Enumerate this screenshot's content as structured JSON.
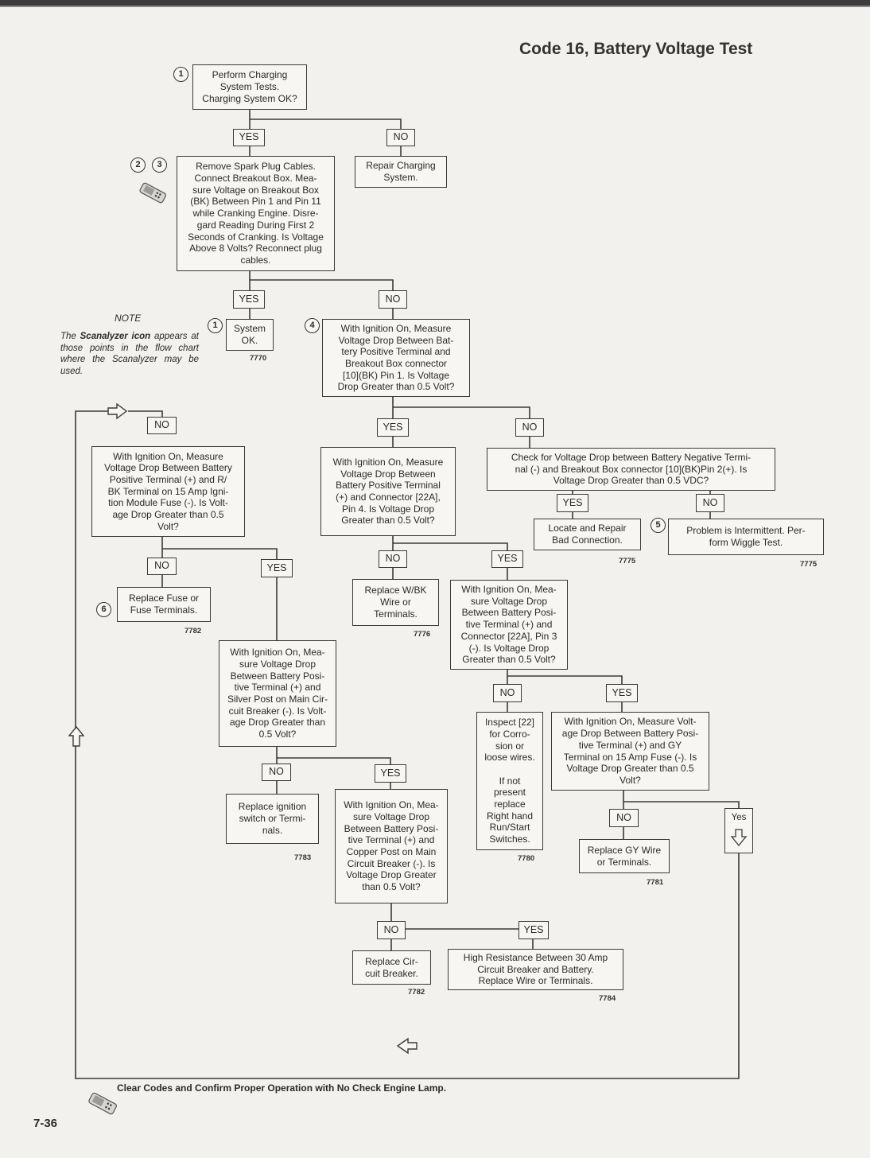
{
  "title": "Code 16, Battery Voltage Test",
  "note": {
    "heading": "NOTE",
    "text_prefix": "The",
    "icon_name": "Scanalyzer icon",
    "text_suffix": "appears at those points in the flow chart where the Scanalyzer may be used."
  },
  "step_numbers": {
    "s1": "1",
    "s2": "2",
    "s3": "3",
    "s1b": "1",
    "s4": "4",
    "s5": "5",
    "s6": "6"
  },
  "boxes": {
    "b1": "Perform Charging\nSystem Tests.\nCharging System OK?",
    "b2": "Remove Spark Plug Cables.\nConnect Breakout Box. Mea-\nsure Voltage on Breakout Box\n(BK) Between Pin 1 and Pin 11\nwhile Cranking Engine. Disre-\ngard Reading During First 2\nSeconds of Cranking. Is Voltage\nAbove 8 Volts? Reconnect plug\ncables.",
    "b3": "Repair Charging\nSystem.",
    "b4": "System\nOK.",
    "b5": "With Ignition On, Measure\nVoltage Drop Between Bat-\ntery Positive Terminal and\nBreakout Box connector\n[10](BK) Pin 1. Is Voltage\nDrop Greater than 0.5 Volt?",
    "b6": "With Ignition On, Measure\nVoltage Drop Between Battery\nPositive Terminal (+) and R/\nBK Terminal on 15 Amp Igni-\ntion Module Fuse (-). Is Volt-\nage Drop Greater than 0.5\nVolt?",
    "b7": "With Ignition On, Measure\nVoltage Drop Between\nBattery Positive Terminal\n(+) and Connector [22A],\nPin 4. Is Voltage Drop\nGreater than 0.5 Volt?",
    "b8": "Check for Voltage Drop between Battery Negative Termi-\nnal (-) and Breakout Box connector [10](BK)Pin 2(+). Is\nVoltage Drop Greater than 0.5 VDC?",
    "b9": "Locate and Repair\nBad Connection.",
    "b10": "Problem is Intermittent. Per-\nform Wiggle Test.",
    "b11": "Replace Fuse or\nFuse Terminals.",
    "b12": "Replace W/BK\nWire or\nTerminals.",
    "b13": "With Ignition On, Mea-\nsure Voltage Drop\nBetween Battery Posi-\ntive Terminal (+) and\nConnector [22A], Pin 3\n(-). Is Voltage Drop\nGreater than 0.5 Volt?",
    "b14": "With Ignition On, Mea-\nsure Voltage Drop\nBetween Battery Posi-\ntive Terminal (+) and\nSilver Post on Main Cir-\ncuit Breaker (-). Is Volt-\nage Drop Greater than\n0.5 Volt?",
    "b15": "Inspect [22]\nfor Corro-\nsion or\nloose wires.\n\nIf not\npresent\nreplace\nRight hand\nRun/Start\nSwitches.",
    "b16": "With Ignition On, Measure Volt-\nage Drop Between Battery Posi-\ntive Terminal (+) and GY\nTerminal on 15 Amp Fuse (-). Is\nVoltage Drop Greater than 0.5\nVolt?",
    "b17": "Replace ignition\nswitch or Termi-\nnals.",
    "b18": "With Ignition On, Mea-\nsure Voltage Drop\nBetween Battery Posi-\ntive Terminal (+) and\nCopper Post on Main\nCircuit Breaker (-). Is\nVoltage Drop Greater\nthan 0.5 Volt?",
    "b19": "Replace GY Wire\nor Terminals.",
    "b20": "Replace Cir-\ncuit Breaker.",
    "b21": "High Resistance Between 30 Amp\nCircuit Breaker and Battery.\nReplace Wire or Terminals."
  },
  "labels": {
    "yes": "YES",
    "no": "NO",
    "yes_small": "Yes"
  },
  "refs": {
    "r7770": "7770",
    "r7775a": "7775",
    "r7775b": "7775",
    "r7782a": "7782",
    "r7776": "7776",
    "r7783": "7783",
    "r7780": "7780",
    "r7781": "7781",
    "r7782b": "7782",
    "r7784": "7784"
  },
  "footer": "Clear Codes and Confirm Proper Operation with No Check Engine Lamp.",
  "page_number": "7-36"
}
